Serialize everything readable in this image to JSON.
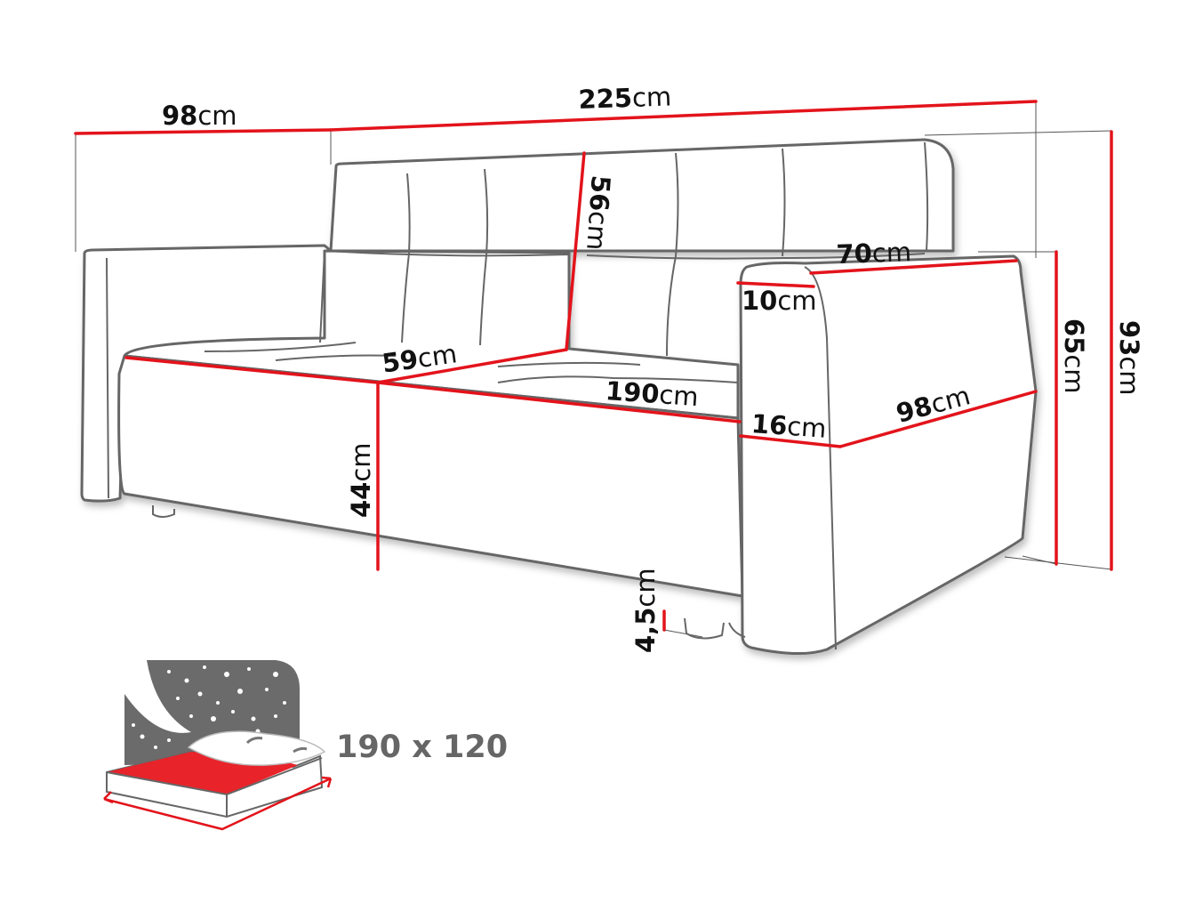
{
  "unit": "cm",
  "dimensions": {
    "depth_total": "98",
    "width_total": "225",
    "backrest_height": "56",
    "seat_depth": "59",
    "sleeping_length": "190",
    "seat_height": "44",
    "leg_height": "4,5",
    "armrest_depth": "70",
    "armrest_top_width": "10",
    "armrest_bottom_width": "16",
    "armrest_side_depth": "98",
    "armrest_height": "65",
    "height_total": "93"
  },
  "bed_size": "190 x 120",
  "colors": {
    "dimension_line": "#e3131b",
    "outline": "#666666",
    "bed_sheet": "#e8232a",
    "night_sky": "#6b6b6b"
  }
}
